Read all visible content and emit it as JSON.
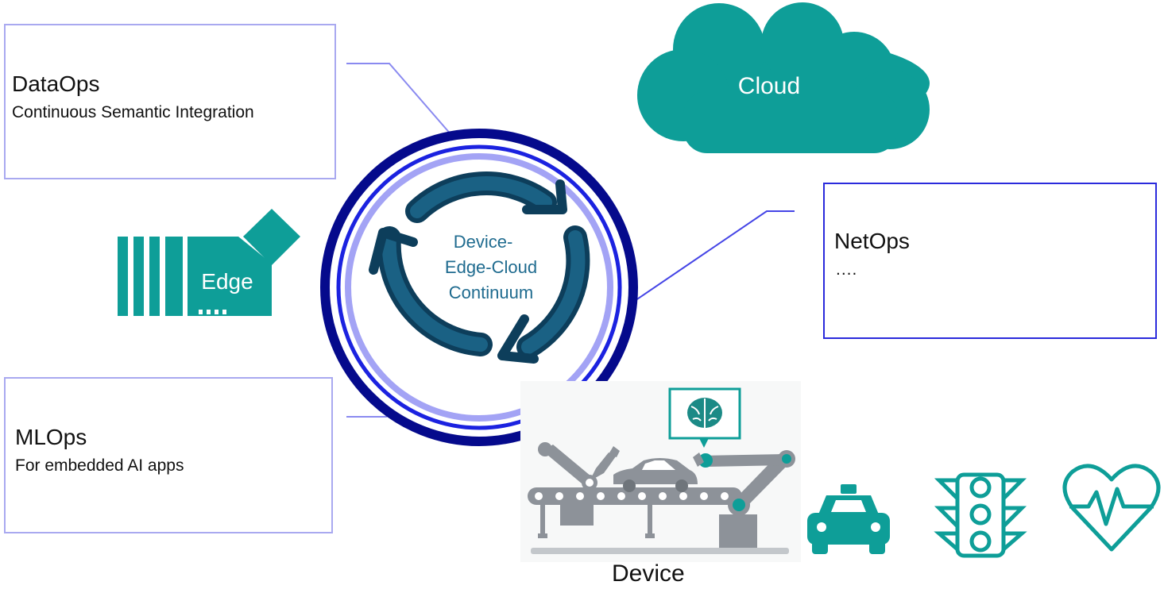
{
  "dataops": {
    "title": "DataOps",
    "subtitle": "Continuous Semantic Integration"
  },
  "mlops": {
    "title": "MLOps",
    "subtitle": "For embedded AI apps"
  },
  "netops": {
    "title": "NetOps",
    "subtitle": "...."
  },
  "cloud": {
    "label": "Cloud"
  },
  "edge": {
    "label": "Edge"
  },
  "continuum": {
    "line1": "Device-",
    "line2": "Edge-Cloud",
    "line3": "Continuum"
  },
  "device": {
    "label": "Device"
  },
  "colors": {
    "teal": "#0e9e98",
    "navy": "#050a8c",
    "blue": "#1b22e0",
    "lavender": "#9f9ff5",
    "arrow_dark": "#0d3e5b",
    "text_teal": "#1f6b8f",
    "gray": "#8d9299",
    "box_border_light": "#a9a9f0",
    "box_border_blue": "#2a2adc"
  },
  "icons": [
    "cloud-icon",
    "edge-chip-icon",
    "cycle-arrows-icon",
    "factory-robot-icon",
    "brain-icon",
    "car-icon",
    "taxi-icon",
    "traffic-light-icon",
    "heart-pulse-icon"
  ]
}
